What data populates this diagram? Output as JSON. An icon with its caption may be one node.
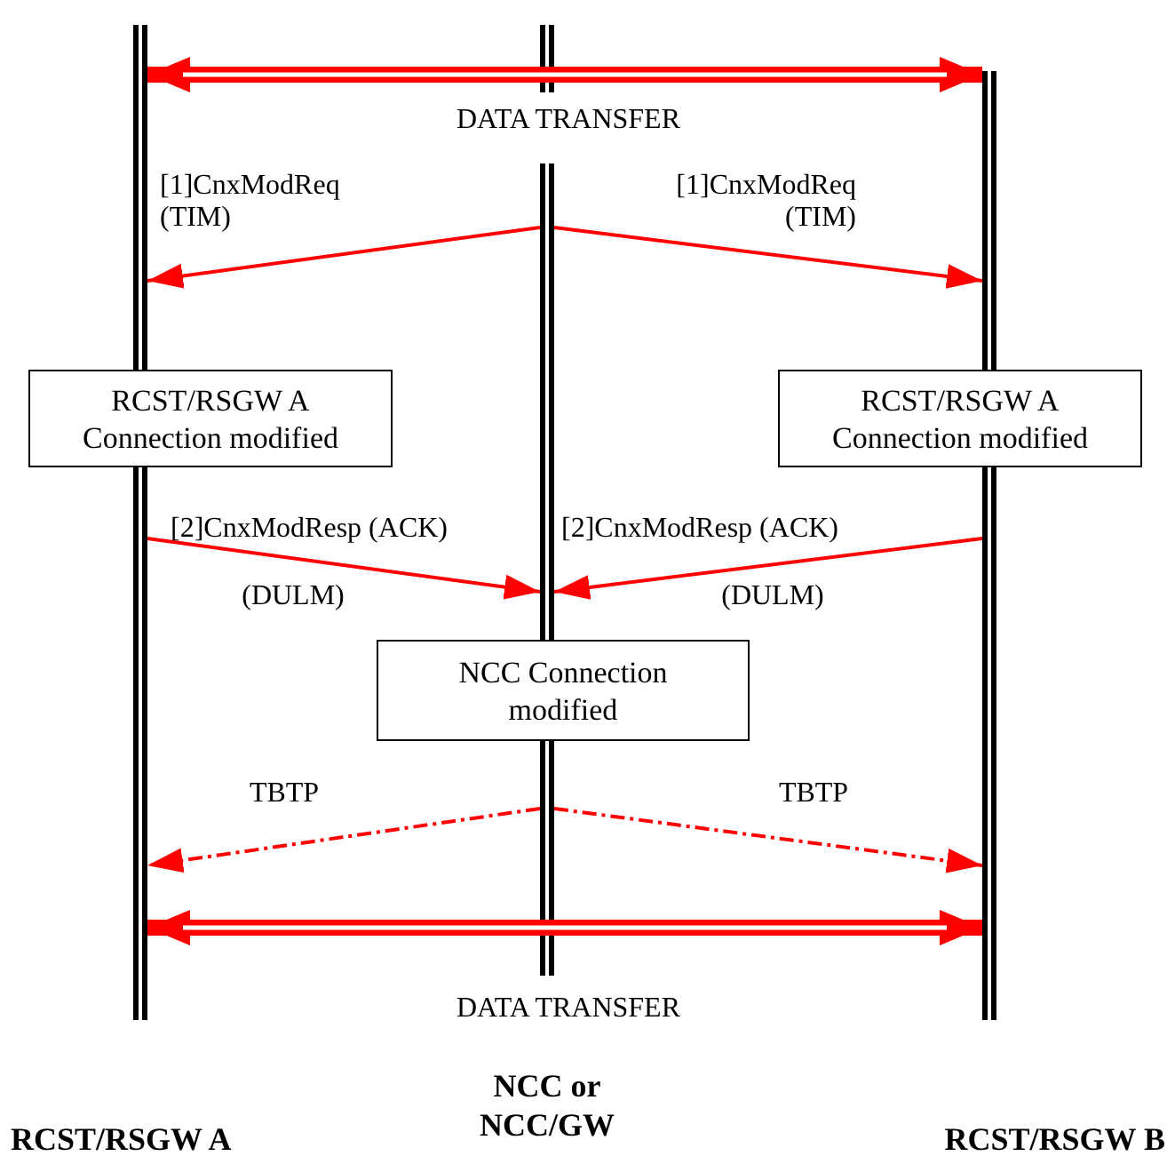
{
  "diagram": {
    "nodes": [
      {
        "text": [],
        "shape": "bar",
        "beside": [
          "RCST/RSGW A"
        ]
      },
      {
        "text": [],
        "shape": "bar",
        "beside": [
          "NCC or NCC/GW"
        ]
      },
      {
        "text": [],
        "shape": "bar",
        "beside": [
          "RCST/RSGW B"
        ]
      },
      {
        "text": [
          "RCST/RSGW A Connection modified"
        ]
      },
      {
        "text": [
          "RCST/RSGW A Connection modified"
        ]
      },
      {
        "text": [
          "NCC Connection modified"
        ]
      }
    ],
    "edges": [
      {
        "from": 0,
        "to": 2,
        "arrow": "both",
        "label": "DATA TRANSFER",
        "style": "thick"
      },
      {
        "from": 1,
        "to": 0,
        "arrow": "to",
        "label": "[1]CnxModReq (TIM)"
      },
      {
        "from": 1,
        "to": 2,
        "arrow": "to",
        "label": "[1]CnxModReq (TIM)"
      },
      {
        "from": 0,
        "to": 1,
        "arrow": "to",
        "label": "[2]CnxModResp (ACK)"
      },
      {
        "from": 2,
        "to": 1,
        "arrow": "to",
        "label": "[2]CnxModResp (ACK)"
      },
      {
        "from": 1,
        "to": 0,
        "arrow": "to",
        "label": "TBTP",
        "style": "dashed"
      },
      {
        "from": 1,
        "to": 2,
        "arrow": "to",
        "label": "TBTP",
        "style": "dashed"
      },
      {
        "from": 0,
        "to": 2,
        "arrow": "both",
        "label": "DATA TRANSFER",
        "style": "thick"
      }
    ],
    "labels": [
      "(DULM)",
      "(DULM)"
    ]
  }
}
